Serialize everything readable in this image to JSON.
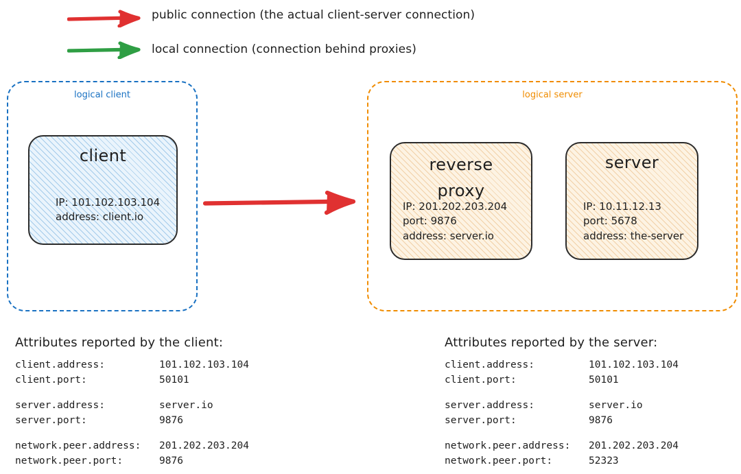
{
  "legend": {
    "items": [
      {
        "icon": "red-arrow-right-icon",
        "color": "#e03131",
        "label": "public connection (the actual client-server connection)"
      },
      {
        "icon": "green-arrow-right-icon",
        "color": "#2f9e44",
        "label": "local connection (connection behind proxies)"
      }
    ]
  },
  "diagram": {
    "connection_arrow": {
      "icon": "red-arrow-right-icon",
      "color": "#e03131",
      "meaning": "public connection"
    },
    "logical_client": {
      "label": "logical client",
      "border_color": "#1971c2",
      "nodes": [
        {
          "id": "client",
          "title": "client",
          "fill_color": "#eaf4fc",
          "hatch_color": "#4d98d4",
          "props": [
            "IP: 101.102.103.104",
            "address: client.io"
          ]
        }
      ]
    },
    "logical_server": {
      "label": "logical server",
      "border_color": "#f08c00",
      "nodes": [
        {
          "id": "reverse-proxy",
          "title": "reverse proxy",
          "title_line1": "reverse",
          "title_line2": "proxy",
          "fill_color": "#fdf3e3",
          "hatch_color": "#e0a054",
          "props": [
            "IP: 201.202.203.204",
            "port: 9876",
            "address: server.io"
          ]
        },
        {
          "id": "server",
          "title": "server",
          "fill_color": "#fdf3e3",
          "hatch_color": "#e0a054",
          "props": [
            "IP: 10.11.12.13",
            "port: 5678",
            "address: the-server"
          ]
        }
      ]
    }
  },
  "attributes_client": {
    "title": "Attributes reported by the client:",
    "groups": [
      [
        {
          "key": "client.address:",
          "value": "101.102.103.104"
        },
        {
          "key": "client.port:",
          "value": "50101"
        }
      ],
      [
        {
          "key": "server.address:",
          "value": "server.io"
        },
        {
          "key": "server.port:",
          "value": "9876"
        }
      ],
      [
        {
          "key": "network.peer.address:",
          "value": "201.202.203.204"
        },
        {
          "key": "network.peer.port:",
          "value": "9876"
        }
      ]
    ]
  },
  "attributes_server": {
    "title": "Attributes reported by the server:",
    "groups": [
      [
        {
          "key": "client.address:",
          "value": "101.102.103.104"
        },
        {
          "key": "client.port:",
          "value": "50101"
        }
      ],
      [
        {
          "key": "server.address:",
          "value": "server.io"
        },
        {
          "key": "server.port:",
          "value": "9876"
        }
      ],
      [
        {
          "key": "network.peer.address:",
          "value": "201.202.203.204"
        },
        {
          "key": "network.peer.port:",
          "value": "52323"
        }
      ]
    ]
  }
}
